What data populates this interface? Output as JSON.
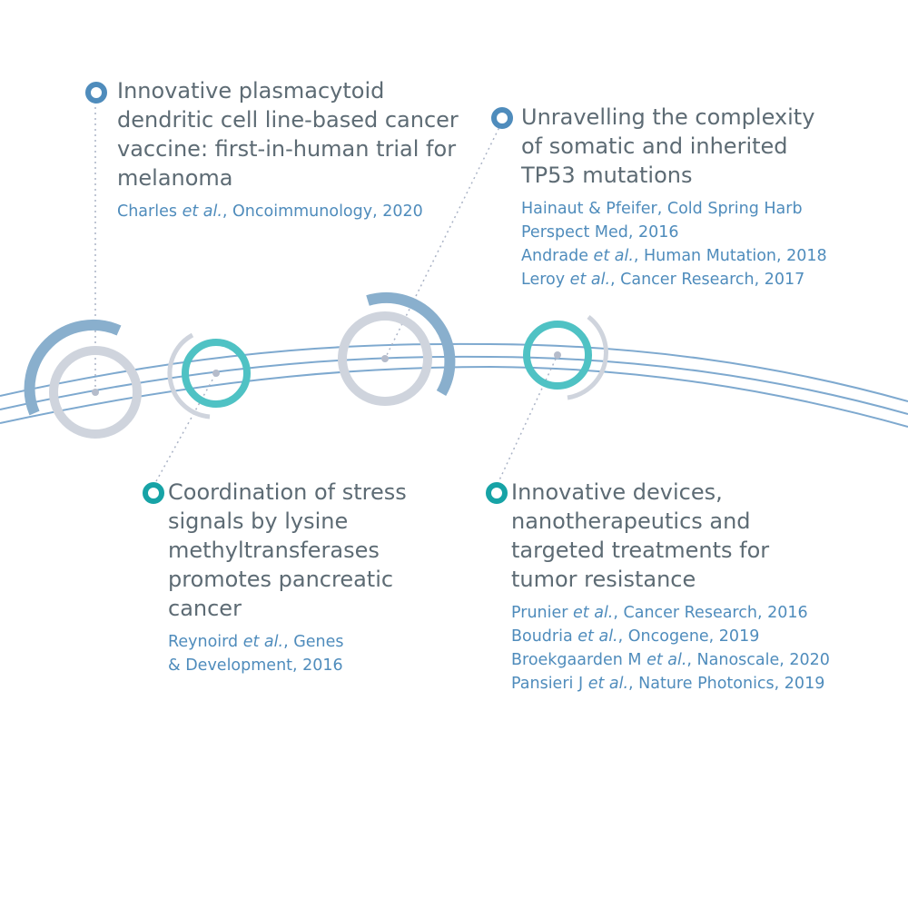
{
  "colors": {
    "blue": "#4f8cbc",
    "teal": "#17a3a6",
    "grey": "#cfd4dd",
    "title": "#5d6b74"
  },
  "items": [
    {
      "title": "Innovative plasmacytoid dendritic cell line-based cancer vaccine: first-in-human trial for melanoma",
      "refs": [
        {
          "author": "Charles",
          "etal": "et al.",
          "rest": ", Oncoimmunology, 2020"
        }
      ]
    },
    {
      "title": "Unravelling the complexity of somatic and inherited TP53 mutations",
      "refs": [
        {
          "author": "Hainaut & Pfeifer, Cold Spring Harb Perspect Med, 2016",
          "etal": "",
          "rest": ""
        },
        {
          "author": "Andrade",
          "etal": "et al.",
          "rest": ", Human Mutation, 2018"
        },
        {
          "author": "Leroy",
          "etal": "et al.",
          "rest": ", Cancer Research, 2017"
        }
      ]
    },
    {
      "title": "Coordination of stress signals by lysine methyltransferases promotes pancreatic cancer",
      "refs": [
        {
          "author": "Reynoird",
          "etal": "et al.",
          "rest": ", Genes & Development, 2016"
        }
      ]
    },
    {
      "title": "Innovative devices, nanotherapeutics and targeted treatments for tumor resistance",
      "refs": [
        {
          "author": "Prunier",
          "etal": "et al.",
          "rest": ", Cancer Research, 2016"
        },
        {
          "author": "Boudria",
          "etal": "et al.",
          "rest": ", Oncogene, 2019"
        },
        {
          "author": "Broekgaarden M",
          "etal": "et al.",
          "rest": ", Nanoscale, 2020"
        },
        {
          "author": "Pansieri J",
          "etal": "et al.",
          "rest": ", Nature Photonics, 2019"
        }
      ]
    }
  ]
}
